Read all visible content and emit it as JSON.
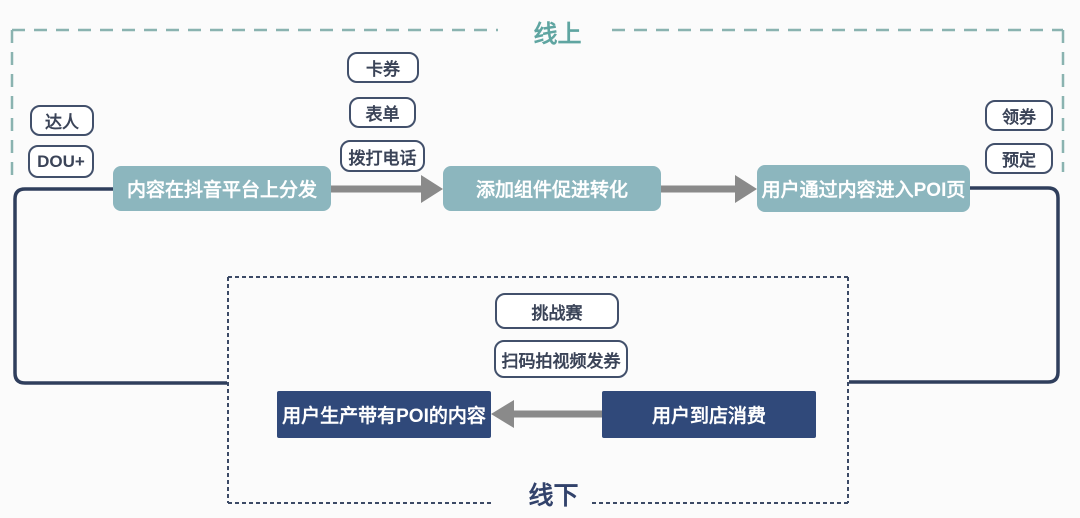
{
  "online": {
    "label": "线上",
    "influencer_tags": [
      "达人",
      "DOU+"
    ],
    "component_tags": [
      "卡券",
      "表单",
      "拨打电话"
    ],
    "poi_action_tags": [
      "领券",
      "预定"
    ],
    "flow_steps": [
      "内容在抖音平台上分发",
      "添加组件促进转化",
      "用户通过内容进入POI页"
    ]
  },
  "offline": {
    "label": "线下",
    "activity_tags": [
      "挑战赛",
      "扫码拍视频发券"
    ],
    "flow_steps": [
      "用户到店消费",
      "用户生产带有POI的内容"
    ]
  },
  "colors": {
    "teal_box": "#8cb6be",
    "navy_box": "#30497a",
    "line_navy": "#2f3e5c",
    "dash_teal": "#8ab3b0",
    "dash_navy": "#3c4a66",
    "arrow_gray": "#8a8a8a",
    "online_label_color": "#5fa5a1",
    "offline_label_color": "#32426b",
    "pill_border": "#42506b",
    "pill_text": "#3b4458",
    "background": "#fbfbfb"
  }
}
